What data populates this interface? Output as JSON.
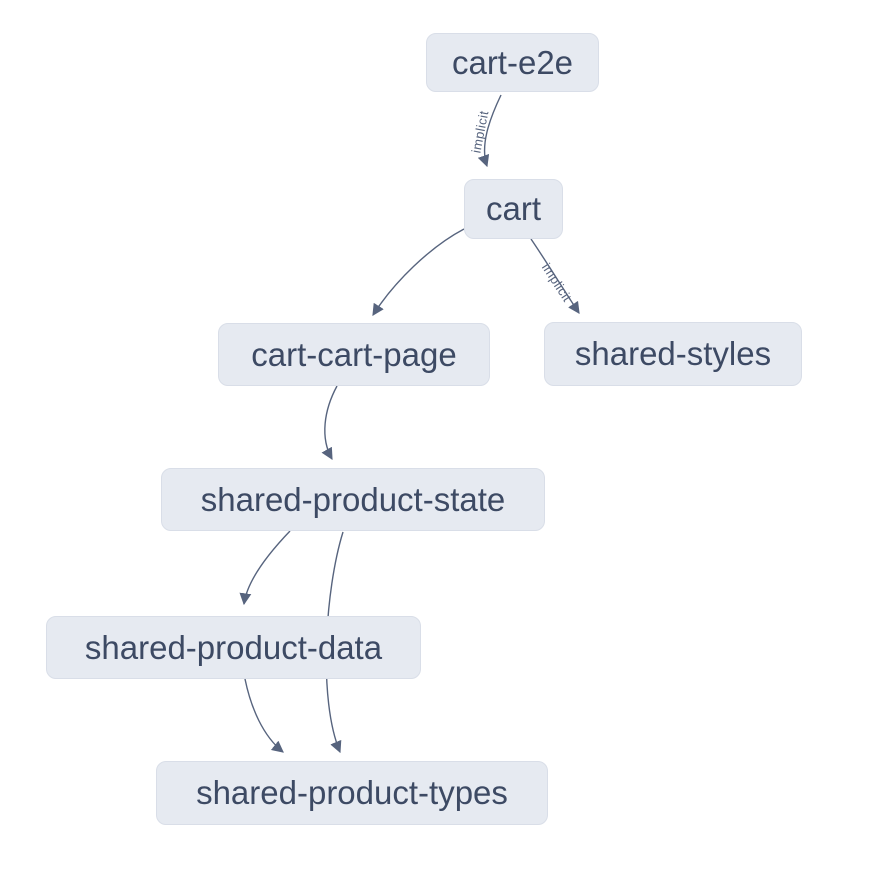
{
  "graph": {
    "nodes": [
      {
        "id": "cart-e2e",
        "label": "cart-e2e"
      },
      {
        "id": "cart",
        "label": "cart"
      },
      {
        "id": "cart-cart-page",
        "label": "cart-cart-page"
      },
      {
        "id": "shared-styles",
        "label": "shared-styles"
      },
      {
        "id": "shared-product-state",
        "label": "shared-product-state"
      },
      {
        "id": "shared-product-data",
        "label": "shared-product-data"
      },
      {
        "id": "shared-product-types",
        "label": "shared-product-types"
      }
    ],
    "edges": [
      {
        "source": "cart-e2e",
        "target": "cart",
        "label": "implicit"
      },
      {
        "source": "cart",
        "target": "cart-cart-page",
        "label": ""
      },
      {
        "source": "cart",
        "target": "shared-styles",
        "label": "implicit"
      },
      {
        "source": "cart-cart-page",
        "target": "shared-product-state",
        "label": ""
      },
      {
        "source": "shared-product-state",
        "target": "shared-product-data",
        "label": ""
      },
      {
        "source": "shared-product-state",
        "target": "shared-product-types",
        "label": ""
      },
      {
        "source": "shared-product-data",
        "target": "shared-product-types",
        "label": ""
      }
    ],
    "colors": {
      "background": "#ffffff",
      "node_fill": "#e6eaf1",
      "node_border": "#d9dee8",
      "node_text": "#3d4a64",
      "edge": "#57647e",
      "edge_label": "#57647e"
    }
  }
}
